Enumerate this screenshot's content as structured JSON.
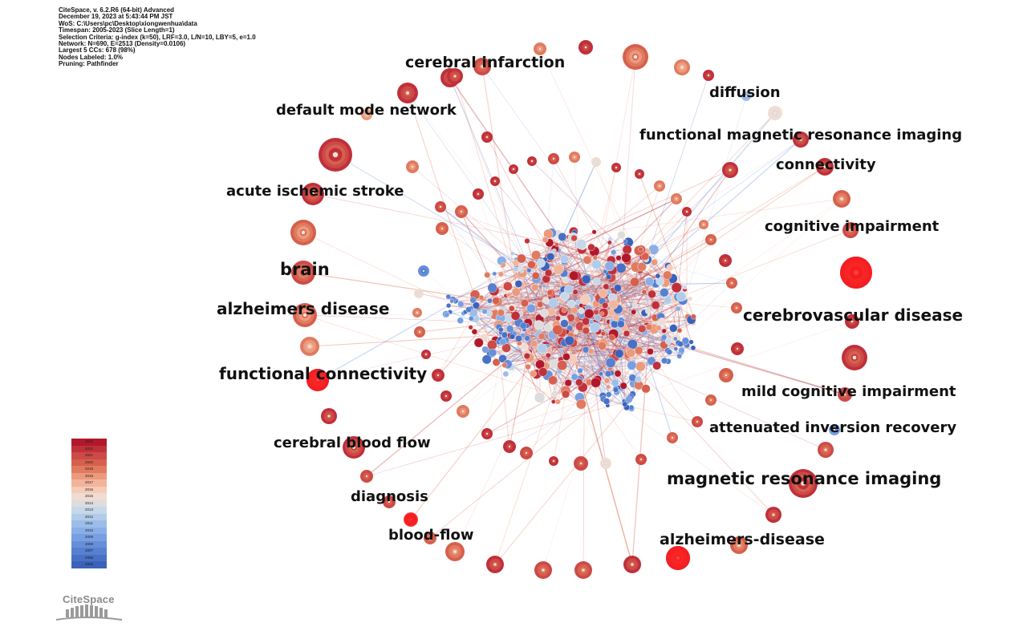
{
  "info": {
    "lines": [
      "CiteSpace, v. 6.2.R6 (64-bit) Advanced",
      "December 19, 2023 at 5:43:44 PM JST",
      "WoS: C:\\Users\\pc\\Desktop\\xiongwenhua\\data",
      "Timespan: 2005-2023 (Slice Length=1)",
      "Selection Criteria: g-index (k=50), LRF=3.0, L/N=10, LBY=5, e=1.0",
      "Network: N=690, E=2513 (Density=0.0106)",
      "Largest 5 CCs: 678 (98%)",
      "Nodes Labeled: 1.0%",
      "Pruning: Pathfinder"
    ]
  },
  "keywords": [
    {
      "label": "cerebral infarction"
    },
    {
      "label": "diffusion"
    },
    {
      "label": "default mode network"
    },
    {
      "label": "functional magnetic resonance imaging"
    },
    {
      "label": "connectivity"
    },
    {
      "label": "acute ischemic stroke"
    },
    {
      "label": "cognitive impairment"
    },
    {
      "label": "brain"
    },
    {
      "label": "alzheimers disease"
    },
    {
      "label": "cerebrovascular disease"
    },
    {
      "label": "functional connectivity"
    },
    {
      "label": "mild cognitive impairment"
    },
    {
      "label": "attenuated inversion recovery"
    },
    {
      "label": "cerebral blood flow"
    },
    {
      "label": "magnetic resonance imaging"
    },
    {
      "label": "diagnosis"
    },
    {
      "label": "blood-flow"
    },
    {
      "label": "alzheimers-disease"
    }
  ],
  "legend": {
    "years": [
      "2023",
      "2022",
      "2021",
      "2020",
      "2019",
      "2018",
      "2017",
      "2016",
      "2015",
      "2014",
      "2013",
      "2012",
      "2011",
      "2010",
      "2009",
      "2008",
      "2007",
      "2006",
      "2005"
    ],
    "colors": [
      "#b2182b",
      "#c0303a",
      "#cc4a47",
      "#d6604d",
      "#e07b60",
      "#eb9a7d",
      "#f2b49b",
      "#f6cbb7",
      "#f0dcd2",
      "#dddddd",
      "#c6d8ea",
      "#b1ccea",
      "#9dbde8",
      "#8aaee6",
      "#789fe2",
      "#668fd9",
      "#5680d0",
      "#4871c6",
      "#3b62bb"
    ]
  },
  "logo": {
    "text": "CiteSpace"
  }
}
